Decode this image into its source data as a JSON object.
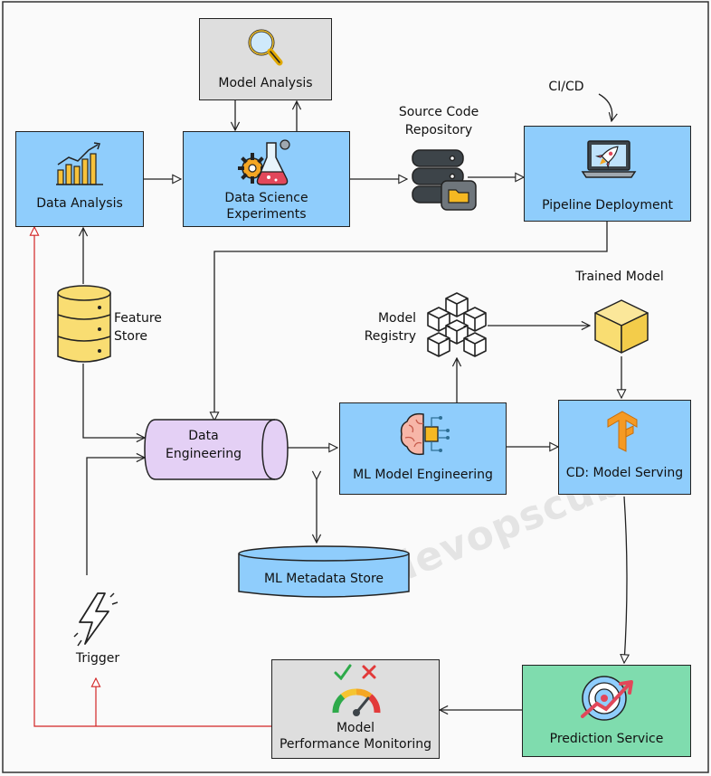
{
  "nodes": {
    "data_analysis": {
      "label": "Data Analysis"
    },
    "model_analysis": {
      "label": "Model Analysis"
    },
    "ds_experiments": {
      "line1": "Data Science",
      "line2": "Experiments"
    },
    "source_repo": {
      "line1": "Source Code",
      "line2": "Repository"
    },
    "cicd": {
      "label": "CI/CD"
    },
    "pipeline_deployment": {
      "label": "Pipeline Deployment"
    },
    "feature_store": {
      "line1": "Feature",
      "line2": "Store"
    },
    "model_registry": {
      "line1": "Model",
      "line2": "Registry"
    },
    "trained_model": {
      "label": "Trained Model"
    },
    "data_engineering": {
      "line1": "Data",
      "line2": "Engineering"
    },
    "ml_model_engineering": {
      "label": "ML Model Engineering"
    },
    "cd_model_serving": {
      "label": "CD: Model Serving"
    },
    "ml_metadata_store": {
      "label": "ML Metadata Store"
    },
    "trigger": {
      "label": "Trigger"
    },
    "model_perf_monitoring": {
      "line1": "Model",
      "line2": "Performance Monitoring"
    },
    "prediction_service": {
      "label": "Prediction Service"
    }
  },
  "watermark": "devopscube",
  "colors": {
    "process_box": "#8fcdfc",
    "analysis_box": "#dedede",
    "output_box": "#7fdcae",
    "data_engineering": "#e4d0f5",
    "feature_store": "#f9dd72",
    "trained_model": "#f9dd72",
    "feedback_edge": "#d22424",
    "edge": "#222222"
  },
  "icons": {
    "model_analysis": "magnifier-icon",
    "data_analysis": "bar-chart-icon",
    "ds_experiments": "flask-gear-icon",
    "source_repo": "database-folder-icon",
    "pipeline_deployment": "laptop-rocket-icon",
    "feature_store": "database-icon",
    "model_registry": "cubes-icon",
    "trained_model": "cube-icon",
    "ml_model_engineering": "brain-chip-icon",
    "cd_model_serving": "tensorflow-icon",
    "trigger": "lightning-icon",
    "model_perf_monitoring": "gauge-icon",
    "prediction_service": "target-icon"
  }
}
